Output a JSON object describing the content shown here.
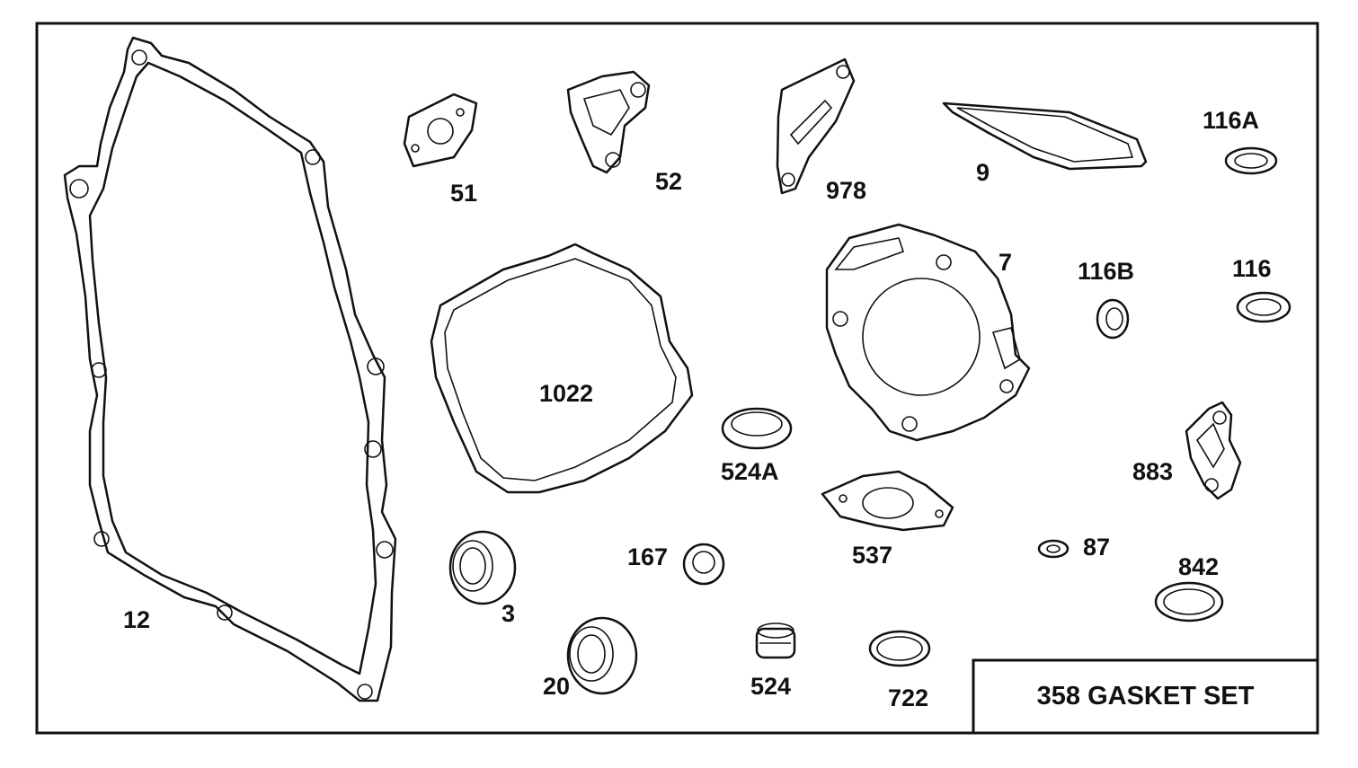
{
  "title": "358 GASKET SET",
  "parts": [
    {
      "id": "p12",
      "label": "12"
    },
    {
      "id": "p51",
      "label": "51"
    },
    {
      "id": "p52",
      "label": "52"
    },
    {
      "id": "p978",
      "label": "978"
    },
    {
      "id": "p9",
      "label": "9"
    },
    {
      "id": "p116A",
      "label": "116A"
    },
    {
      "id": "p7",
      "label": "7"
    },
    {
      "id": "p116B",
      "label": "116B"
    },
    {
      "id": "p116",
      "label": "116"
    },
    {
      "id": "p1022",
      "label": "1022"
    },
    {
      "id": "p524A",
      "label": "524A"
    },
    {
      "id": "p883",
      "label": "883"
    },
    {
      "id": "p537",
      "label": "537"
    },
    {
      "id": "p167",
      "label": "167"
    },
    {
      "id": "p87",
      "label": "87"
    },
    {
      "id": "p842",
      "label": "842"
    },
    {
      "id": "p3",
      "label": "3"
    },
    {
      "id": "p20",
      "label": "20"
    },
    {
      "id": "p524",
      "label": "524"
    },
    {
      "id": "p722",
      "label": "722"
    }
  ]
}
